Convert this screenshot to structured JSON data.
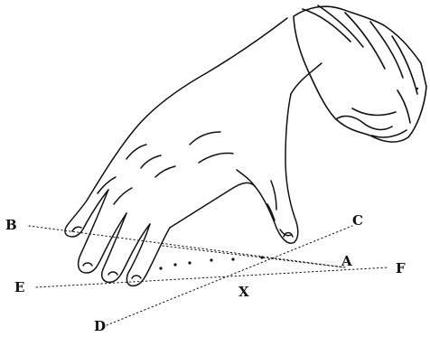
{
  "figure": {
    "labels": {
      "b": "B",
      "c": "C",
      "a": "A",
      "e": "E",
      "f": "F",
      "x": "X",
      "d": "D"
    },
    "colors": {
      "ink": "#111111",
      "paper": "#ffffff"
    }
  }
}
